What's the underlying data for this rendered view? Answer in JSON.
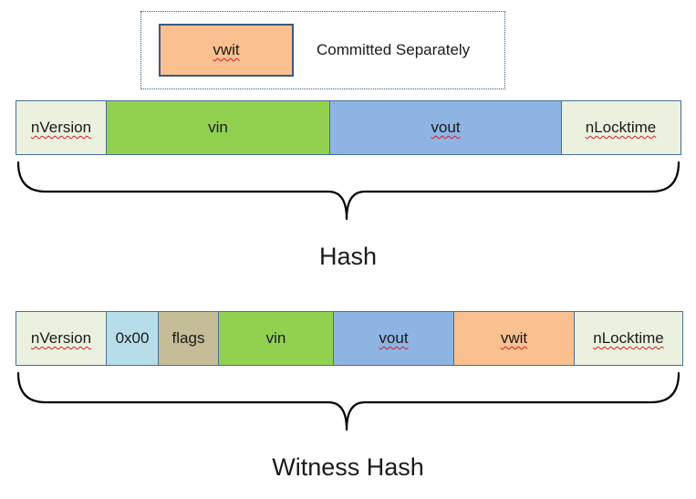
{
  "legend": {
    "swatch_label": "vwit",
    "swatch_color": "#fac090",
    "description": "Committed Separately"
  },
  "hash_row": {
    "cells": [
      {
        "label": "nVersion",
        "color": "#ebf1de"
      },
      {
        "label": "vin",
        "color": "#92d050"
      },
      {
        "label": "vout",
        "color": "#8eb4e3"
      },
      {
        "label": "nLocktime",
        "color": "#ebf1de"
      }
    ],
    "caption": "Hash"
  },
  "witness_row": {
    "cells": [
      {
        "label": "nVersion",
        "color": "#ebf1de"
      },
      {
        "label": "0x00",
        "color": "#b7dee8"
      },
      {
        "label": "flags",
        "color": "#c4bd97"
      },
      {
        "label": "vin",
        "color": "#92d050"
      },
      {
        "label": "vout",
        "color": "#8eb4e3"
      },
      {
        "label": "vwit",
        "color": "#fac090"
      },
      {
        "label": "nLocktime",
        "color": "#ebf1de"
      }
    ],
    "caption": "Witness Hash"
  }
}
